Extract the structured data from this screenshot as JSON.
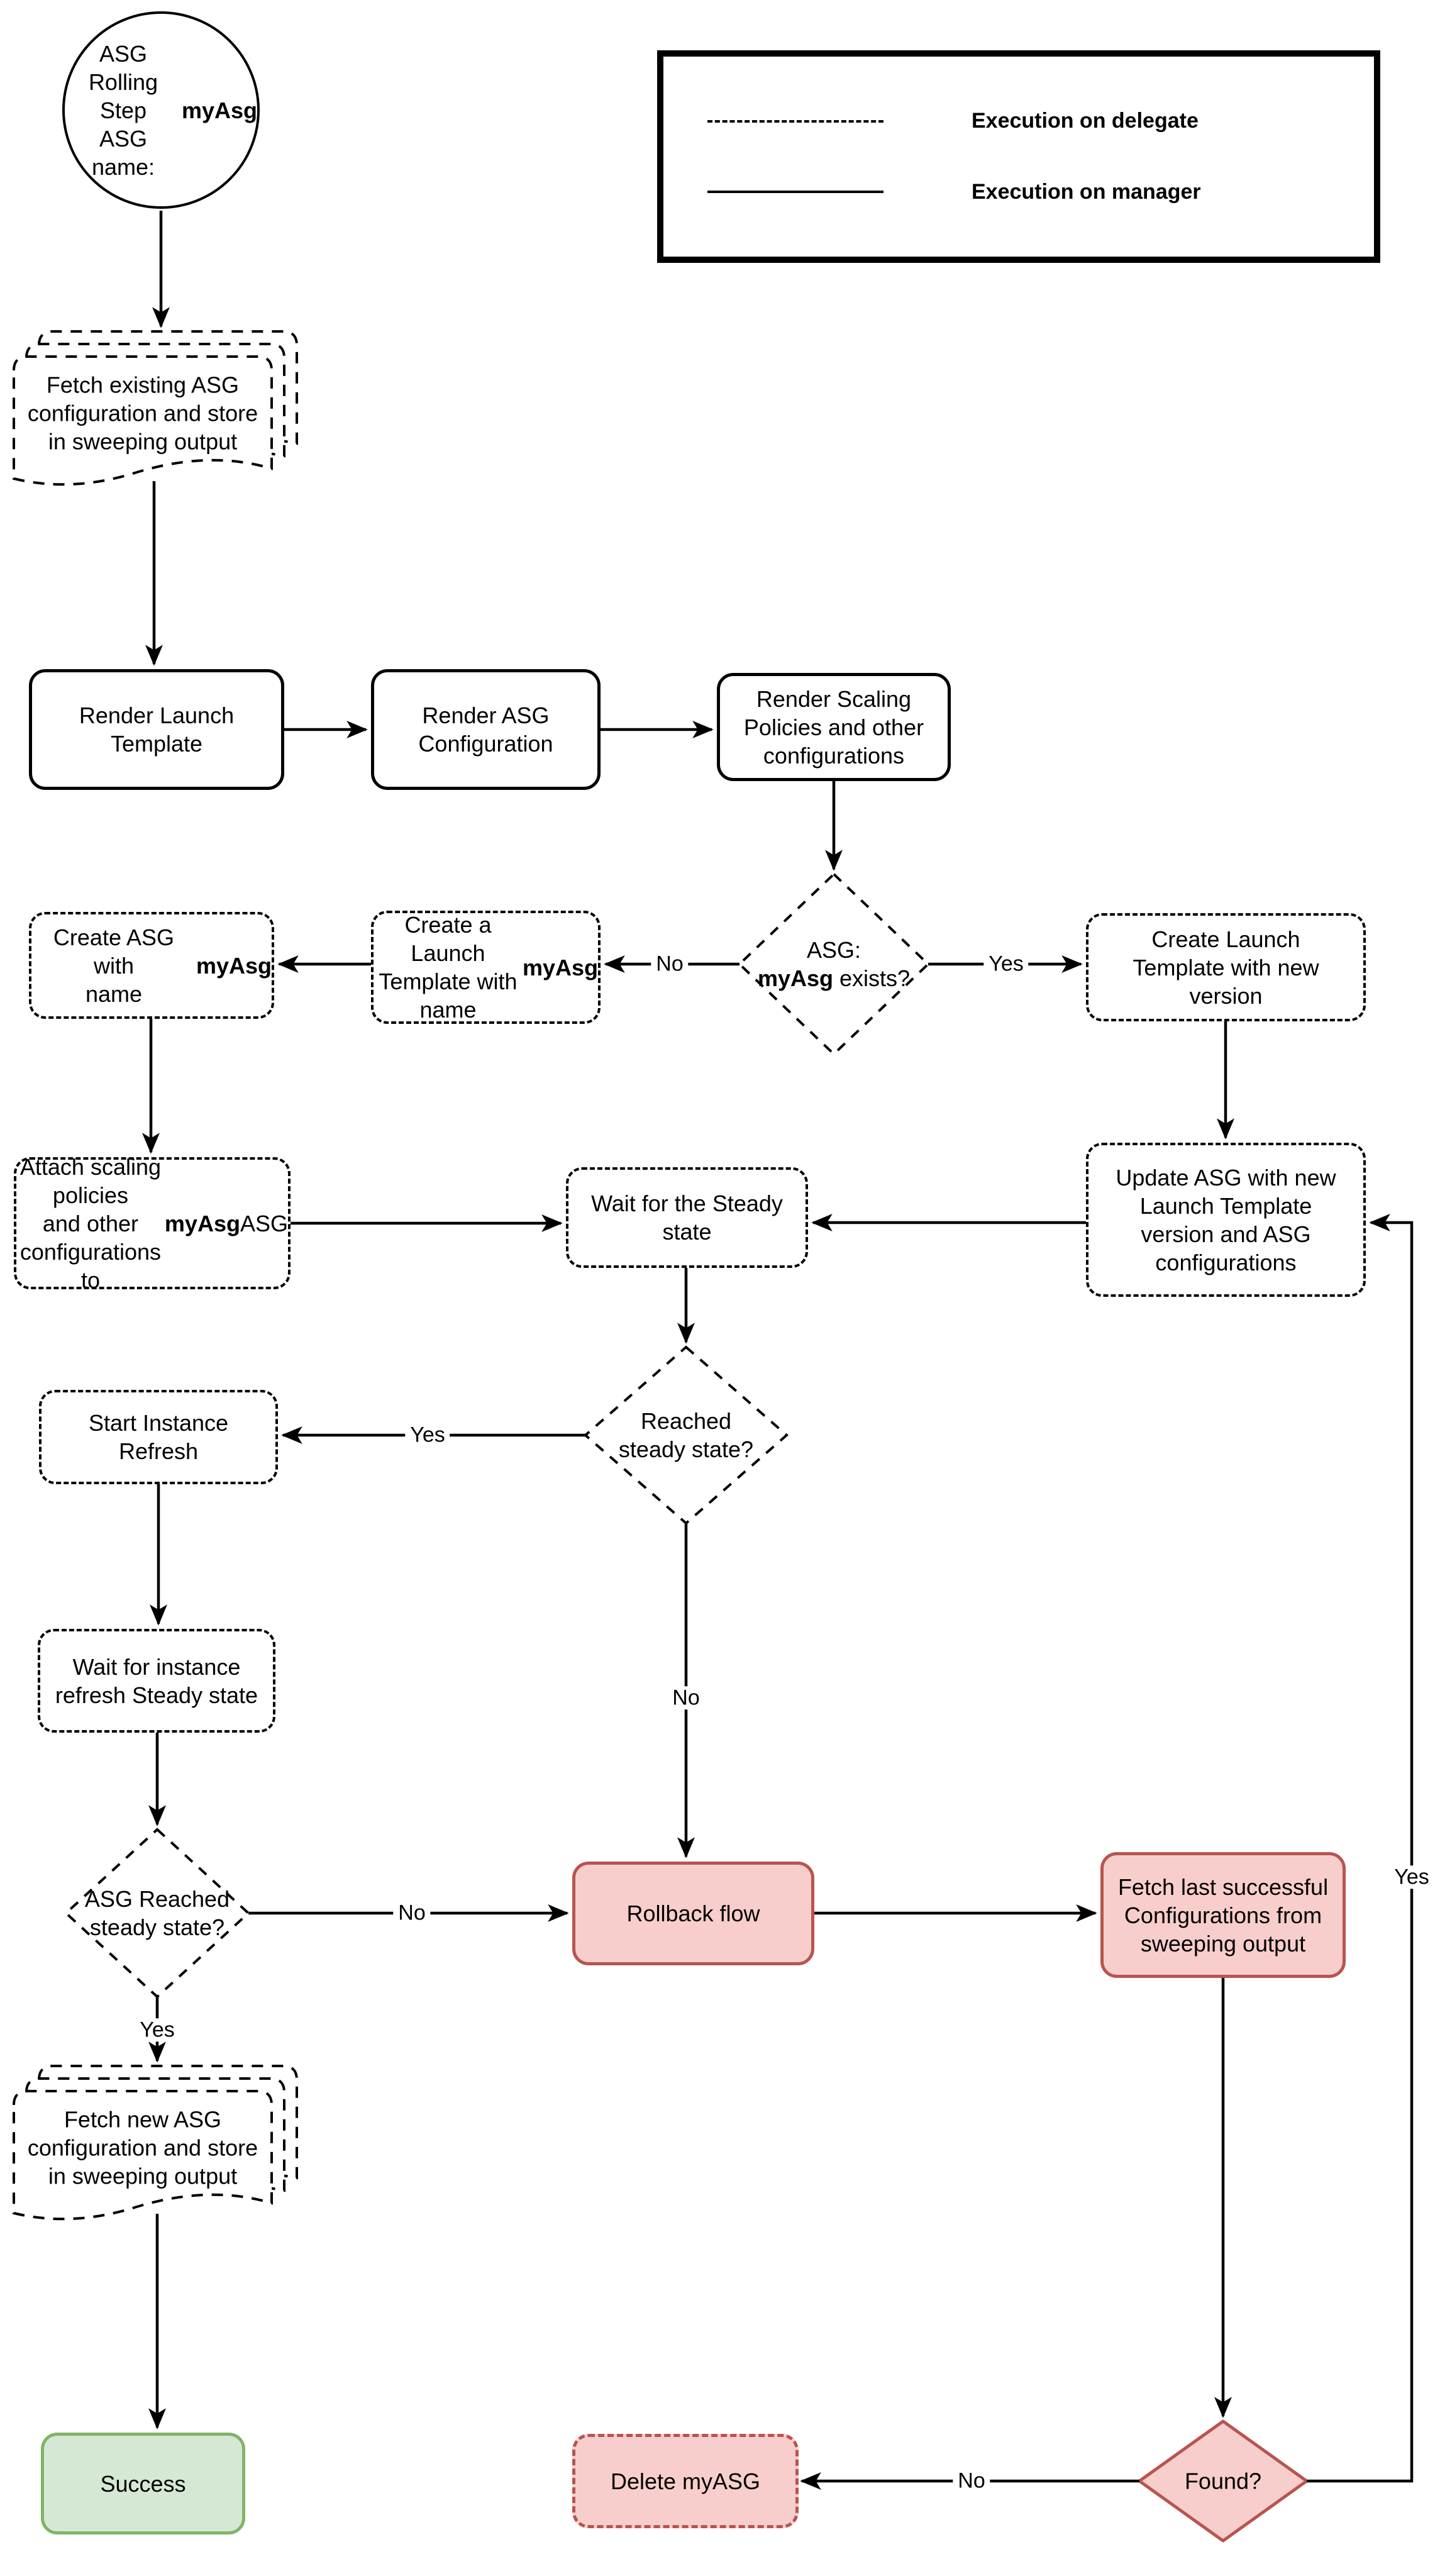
{
  "colors": {
    "pink-fill": "#f8cecc",
    "pink-border": "#b85450",
    "green-fill": "#d5e8d4",
    "green-border": "#82b366",
    "ink": "#000000"
  },
  "legend": {
    "delegate_label": "Execution on delegate",
    "manager_label": "Execution on manager"
  },
  "nodes": {
    "start": {
      "rich": [
        {
          "t": "ASG Rolling Step\nASG\nname: "
        },
        {
          "t": "myAsg",
          "b": true
        }
      ]
    },
    "fetch_existing": {
      "label": "Fetch existing ASG\nconfiguration and store\nin sweeping output"
    },
    "render_launch_template": {
      "label": "Render Launch\nTemplate"
    },
    "render_asg_configuration": {
      "label": "Render ASG\nConfiguration"
    },
    "render_scaling_policies": {
      "label": "Render Scaling\nPolicies and other\nconfigurations"
    },
    "asg_exists_decision": {
      "rich": [
        {
          "t": "ASG:\n"
        },
        {
          "t": "myAsg",
          "b": true
        },
        {
          "t": " exists?"
        }
      ]
    },
    "create_launch_template_named": {
      "rich": [
        {
          "t": "Create a Launch\nTemplate with\nname "
        },
        {
          "t": "myAsg",
          "b": true
        }
      ]
    },
    "create_asg": {
      "rich": [
        {
          "t": "Create ASG with\nname "
        },
        {
          "t": "myAsg",
          "b": true
        }
      ]
    },
    "create_launch_template_new_version": {
      "label": "Create Launch\nTemplate with new\nversion"
    },
    "attach_scaling_policies": {
      "rich": [
        {
          "t": "Attach scaling policies\nand other configurations\nto "
        },
        {
          "t": "myAsg",
          "b": true
        },
        {
          "t": " ASG"
        }
      ]
    },
    "wait_steady_state": {
      "label": "Wait for the Steady\nstate"
    },
    "update_asg": {
      "label": "Update ASG with new\nLaunch Template\nversion and ASG\nconfigurations"
    },
    "reached_steady_decision": {
      "label": "Reached\nsteady state?"
    },
    "start_instance_refresh": {
      "label": "Start Instance\nRefresh"
    },
    "wait_instance_refresh": {
      "label": "Wait for instance\nrefresh Steady state"
    },
    "asg_reached_steady_decision": {
      "label": "ASG Reached\nsteady state?"
    },
    "rollback_flow": {
      "label": "Rollback flow"
    },
    "fetch_last_successful": {
      "label": "Fetch last successful\nConfigurations from\nsweeping output"
    },
    "fetch_new_config": {
      "label": "Fetch new ASG\nconfiguration and store\nin sweeping output"
    },
    "success": {
      "label": "Success"
    },
    "delete_myasg": {
      "label": "Delete myASG"
    },
    "found_decision": {
      "label": "Found?"
    }
  },
  "edge_labels": {
    "asg_exists_no": "No",
    "asg_exists_yes": "Yes",
    "reached_yes": "Yes",
    "reached_no": "No",
    "asg_reached_no": "No",
    "asg_reached_yes": "Yes",
    "found_no": "No",
    "found_yes": "Yes"
  }
}
